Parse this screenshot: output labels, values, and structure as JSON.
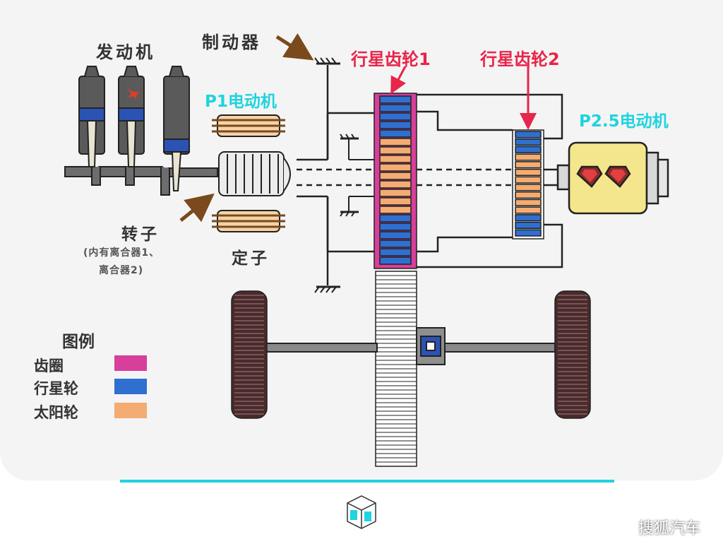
{
  "labels": {
    "engine": "发动机",
    "brake": "制动器",
    "planetary_gear_1": "行星齿轮1",
    "planetary_gear_2": "行星齿轮2",
    "p1_motor": "P1电动机",
    "p25_motor": "P2.5电动机",
    "rotor": "转子",
    "rotor_note_line1": "(内有离合器1、",
    "rotor_note_line2": "离合器2)",
    "stator": "定子"
  },
  "legend": {
    "title": "图例",
    "items": [
      {
        "label": "齿圈",
        "color": "#d63f9a"
      },
      {
        "label": "行星轮",
        "color": "#2f6fd0"
      },
      {
        "label": "太阳轮",
        "color": "#f4ac72"
      }
    ]
  },
  "watermark": "搜狐汽车",
  "colors": {
    "ring_gear": "#d63f9a",
    "planet_gear": "#2f6fd0",
    "sun_gear": "#f4ac72",
    "accent_cyan": "#1fd3e0",
    "arrow_pink": "#e8254a",
    "arrow_brown": "#7a4a1c",
    "motor_yellow": "#f3e68c",
    "outline": "#222222",
    "background": "#f4f4f4"
  }
}
